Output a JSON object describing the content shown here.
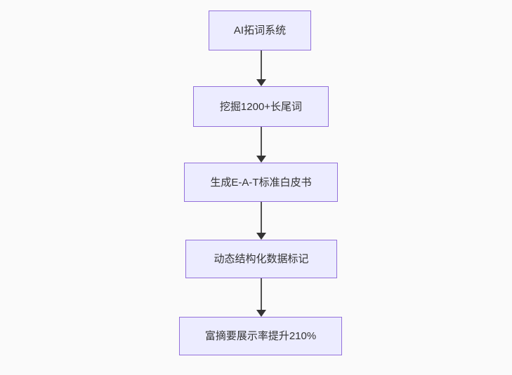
{
  "diagram": {
    "type": "flowchart",
    "direction": "top-down",
    "colors": {
      "background": "#fafafa",
      "node_fill": "#ECECFF",
      "node_border": "#9370DB",
      "text": "#333333",
      "arrow": "#333333"
    },
    "nodes": [
      {
        "id": "step-1",
        "label": "AI拓词系统"
      },
      {
        "id": "step-2",
        "label": "挖掘1200+长尾词"
      },
      {
        "id": "step-3",
        "label": "生成E-A-T标准白皮书"
      },
      {
        "id": "step-4",
        "label": "动态结构化数据标记"
      },
      {
        "id": "step-5",
        "label": "富摘要展示率提升210%"
      }
    ],
    "edges": [
      {
        "from": "step-1",
        "to": "step-2"
      },
      {
        "from": "step-2",
        "to": "step-3"
      },
      {
        "from": "step-3",
        "to": "step-4"
      },
      {
        "from": "step-4",
        "to": "step-5"
      }
    ]
  }
}
